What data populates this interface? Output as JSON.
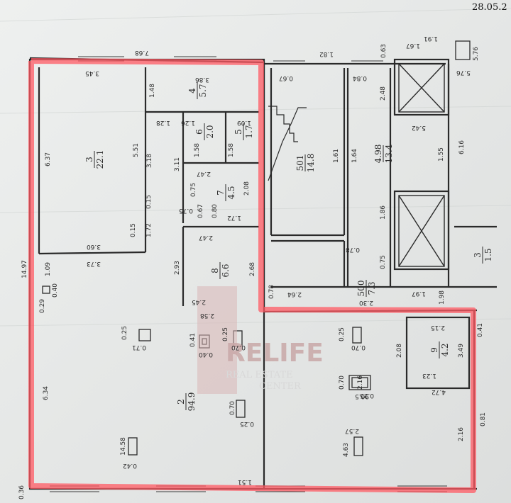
{
  "date_stamp": "28.05.2",
  "watermark": {
    "brand": "RELIFE",
    "line1": "REAL ESTATE",
    "line2": "CENTER"
  },
  "rooms": [
    {
      "id": "2",
      "num": "2",
      "area": "94.9"
    },
    {
      "id": "3",
      "num": "3",
      "area": "22.1"
    },
    {
      "id": "4",
      "num": "4",
      "area": "5.7"
    },
    {
      "id": "5",
      "num": "5",
      "area": "1.7"
    },
    {
      "id": "6",
      "num": "6",
      "area": "2.0"
    },
    {
      "id": "7",
      "num": "7",
      "area": "4.5"
    },
    {
      "id": "8",
      "num": "8",
      "area": "6.6"
    },
    {
      "id": "9",
      "num": "9",
      "area": "4.2"
    },
    {
      "id": "501",
      "num": "501",
      "area": "14.8"
    },
    {
      "id": "498",
      "num": "4.98",
      "area": "13.4"
    },
    {
      "id": "500",
      "num": "500",
      "area": "7.3"
    },
    {
      "id": "3r",
      "num": "3",
      "area": "1.5"
    }
  ],
  "dimensions": [
    "7.68",
    "3.45",
    "3.86",
    "1.48",
    "1.26",
    "1.09",
    "1.28",
    "6.37",
    "5.51",
    "3.18",
    "3.11",
    "1.58",
    "1.58",
    "2.47",
    "0.75",
    "2.08",
    "0.15",
    "0.75",
    "0.67",
    "0.80",
    "1.72",
    "0.15",
    "1.72",
    "3.60",
    "3.73",
    "2.47",
    "2.93",
    "2.68",
    "2.45",
    "2.58",
    "0.78",
    "2.64",
    "14.97",
    "1.09",
    "0.40",
    "0.29",
    "6.34",
    "0.25",
    "0.71",
    "0.41",
    "0.40",
    "0.25",
    "0.70",
    "0.25",
    "0.70",
    "0.70",
    "0.25",
    "0.70",
    "0.25",
    "14.58",
    "0.42",
    "4.63",
    "2.57",
    "1.51",
    "0.36",
    "1.82",
    "0.67",
    "0.84",
    "0.63",
    "1.67",
    "1.91",
    "5.76",
    "5.76",
    "2.48",
    "5.42",
    "1.61",
    "1.64",
    "1.55",
    "6.16",
    "1.86",
    "0.78",
    "0.75",
    "2.30",
    "1.97",
    "1.98",
    "2.08",
    "2.15",
    "1.23",
    "4.72",
    "3.49",
    "0.41",
    "0.81",
    "2.16",
    "2.16",
    "90.5"
  ]
}
